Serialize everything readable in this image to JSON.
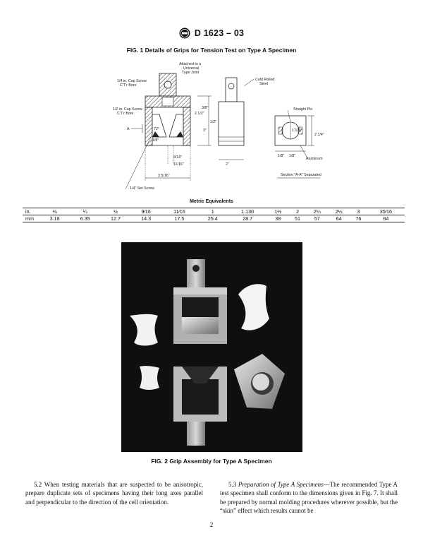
{
  "header": {
    "designation": "D 1623 – 03"
  },
  "figure1": {
    "caption": "FIG. 1 Details of Grips for Tension Test on Type A Specimen",
    "labels": {
      "attached": [
        "Attached to a",
        "Universal",
        "Type Joint"
      ],
      "cold_rolled": [
        "Cold Rolled",
        "Steel"
      ],
      "cap_screw_quarter": [
        "1/4 in. Cap Screw",
        "C'T'r Bore"
      ],
      "cap_screw_half": [
        "1/2 in. Cap Screw",
        "C'T'r Bore"
      ],
      "straight_pin": "Straight Pin",
      "aluminum": "Aluminum",
      "section": "Section \"A-A\" Separated",
      "set_screw": "1/4\" Set Screw",
      "angle": "72°",
      "dim_a": "A",
      "dim_2in": "2\"",
      "dim_3in": "3\"",
      "dim_3_5_16": "3 5/16\"",
      "dim_2_quarter": "2 1/4\"",
      "dim_1130": "1.130\"",
      "dim_half": "1/2\"",
      "dim_3_8": "3/8\"",
      "dim_1_8": "1/8\"",
      "dim_9_16": "9/16\"",
      "dim_11_16": "11/16\"",
      "dim_2_half": "2 1/2\"",
      "dim_1_8b": "1/8\"",
      "dim_1_8c": "1/8\""
    }
  },
  "metric": {
    "title": "Metric Equivalents",
    "row_in": {
      "label": "in.",
      "values": [
        "⅛",
        "¼",
        "½",
        "9⁄16",
        "11⁄16",
        "1",
        "1.130",
        "1½",
        "2",
        "2¼",
        "2½",
        "3",
        "35⁄16"
      ]
    },
    "row_mm": {
      "label": "mm",
      "values": [
        "3.18",
        "6.35",
        "12.7",
        "14.3",
        "17.5",
        "25.4",
        "28.7",
        "38",
        "51",
        "57",
        "64",
        "76",
        "84"
      ]
    }
  },
  "figure2": {
    "caption": "FIG. 2 Grip Assembly for Type A Specimen"
  },
  "body": {
    "left": "5.2 When testing materials that are suspected to be anisotropic, prepare duplicate sets of specimens having their long axes parallel and perpendicular to the direction of the cell orientation.",
    "right_num": "5.3 ",
    "right_italic": "Preparation of Type A Specimens",
    "right_rest": "—The recommended Type A test specimen shall conform to the dimensions given in Fig. 7. It shall be prepared by normal molding procedures wherever possible, but the “skin” effect which results cannot be"
  },
  "page_number": "2"
}
